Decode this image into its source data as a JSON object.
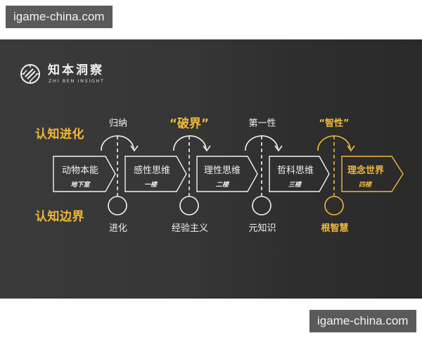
{
  "watermarks": {
    "top": "igame-china.com",
    "bottom": "igame-china.com"
  },
  "logo": {
    "icon": "zhiben-logo-icon",
    "name_cn": "知本洞察",
    "name_en": "ZHI BEN INSIGHT"
  },
  "rows": {
    "evolution_label": "认知进化",
    "boundary_label": "认知边界"
  },
  "colors": {
    "panel_bg": "#333333",
    "white_line": "#f2f2f2",
    "gold": "#f0b93c"
  },
  "stages": [
    {
      "title": "动物本能",
      "floor": "地下室",
      "highlight": false
    },
    {
      "title": "感性思维",
      "floor": "一楼",
      "highlight": false
    },
    {
      "title": "理性思维",
      "floor": "二楼",
      "highlight": false
    },
    {
      "title": "哲科思维",
      "floor": "三楼",
      "highlight": false
    },
    {
      "title": "理念世界",
      "floor": "四楼",
      "highlight": true
    }
  ],
  "transitions": [
    {
      "top": "归纳",
      "bottom": "进化",
      "highlight": false,
      "quoted": false
    },
    {
      "top": "“破界”",
      "bottom": "经验主义",
      "highlight": true,
      "quoted": true
    },
    {
      "top": "第一性",
      "bottom": "元知识",
      "highlight": false,
      "quoted": false
    },
    {
      "top": "“智性”",
      "bottom": "根智慧",
      "highlight": true,
      "quoted": true
    }
  ]
}
